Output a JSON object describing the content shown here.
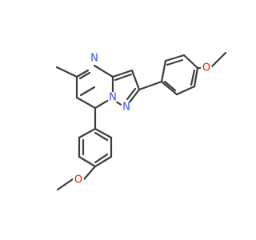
{
  "molecule": {
    "atoms": [
      {
        "id": "N_ring4",
        "symbol": "N",
        "color": "#3050f8"
      },
      {
        "id": "N_bridge",
        "symbol": "N",
        "color": "#3050f8"
      },
      {
        "id": "N_pyr2",
        "symbol": "N",
        "color": "#3050f8"
      },
      {
        "id": "O_top",
        "symbol": "O",
        "color": "#ff0d0d"
      },
      {
        "id": "O_bottom",
        "symbol": "O",
        "color": "#ff0d0d"
      }
    ]
  }
}
